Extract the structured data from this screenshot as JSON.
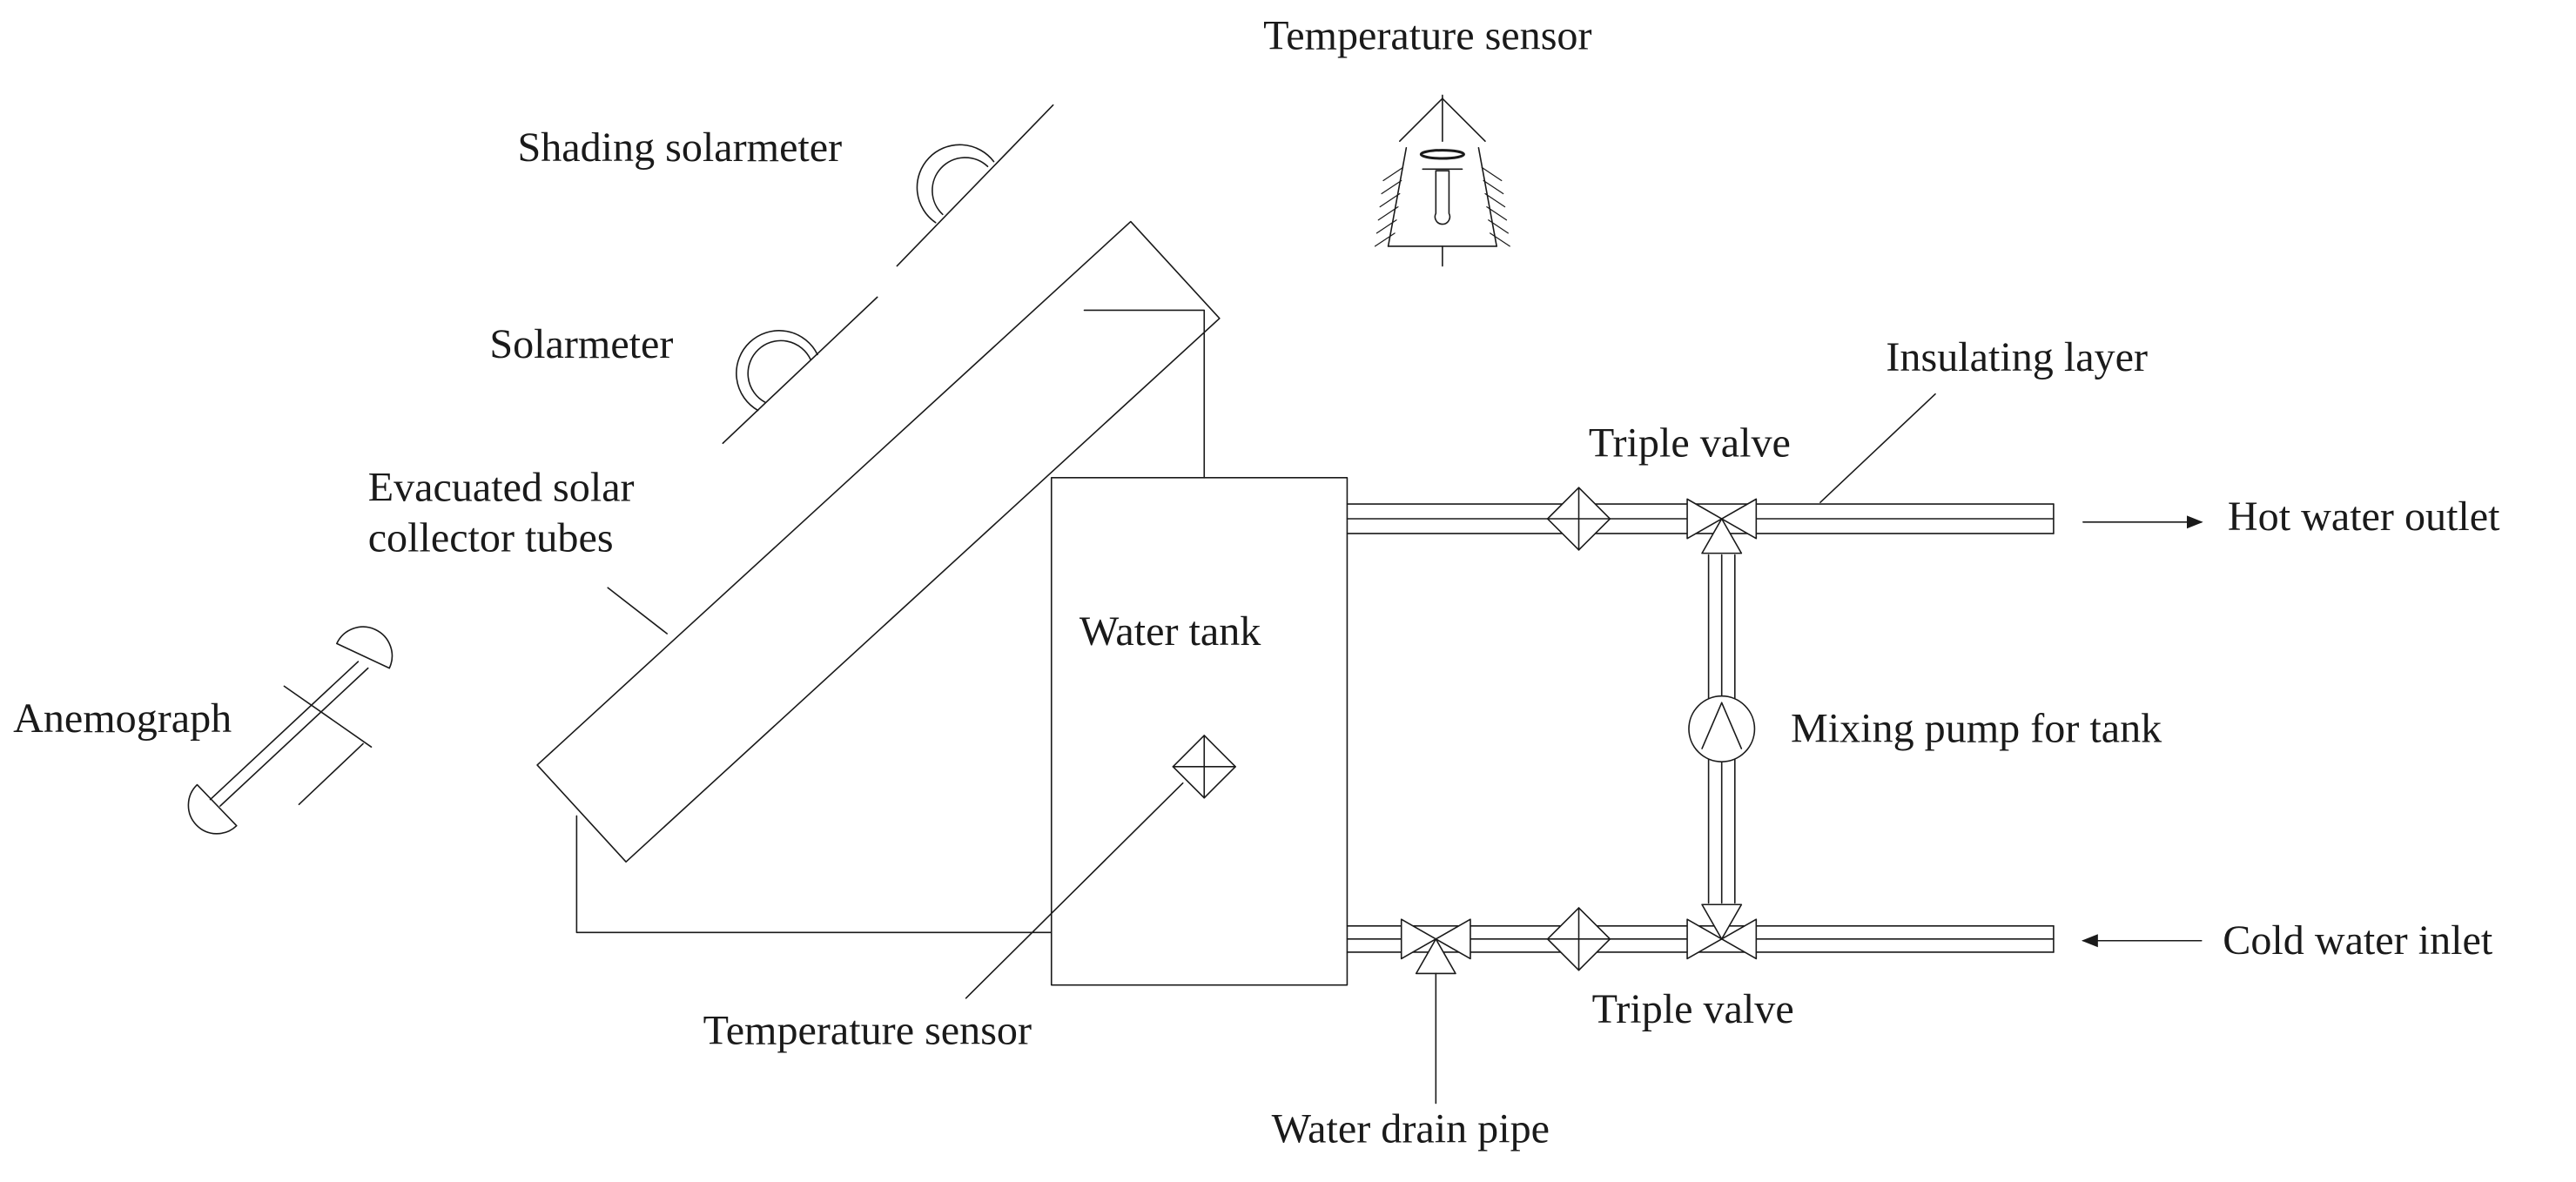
{
  "diagram": {
    "labels": {
      "temp_sensor_top": "Temperature sensor",
      "shading_solarmeter": "Shading solarmeter",
      "solarmeter": "Solarmeter",
      "collector_line1": "Evacuated solar",
      "collector_line2": "collector tubes",
      "anemograph": "Anemograph",
      "water_tank": "Water tank",
      "temp_sensor_tank": "Temperature sensor",
      "insulating_layer": "Insulating layer",
      "triple_valve_top": "Triple valve",
      "triple_valve_bottom": "Triple valve",
      "hot_water_outlet": "Hot water outlet",
      "mixing_pump": "Mixing pump for tank",
      "cold_water_inlet": "Cold water inlet",
      "water_drain_pipe": "Water drain pipe"
    },
    "colors": {
      "stroke": "#1a1a1a",
      "background": "#ffffff"
    }
  }
}
